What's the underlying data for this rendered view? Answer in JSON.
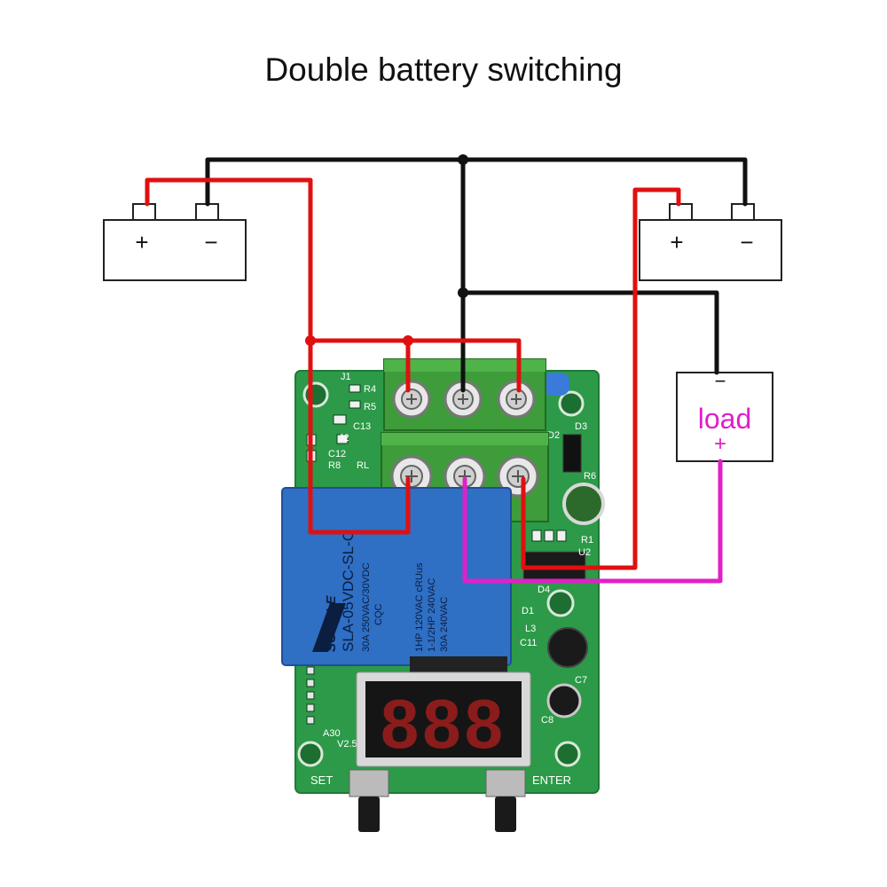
{
  "title": "Double battery switching",
  "battery_left": {
    "plus": "+",
    "minus": "−"
  },
  "battery_right": {
    "plus": "+",
    "minus": "−"
  },
  "load": {
    "label": "load",
    "minus": "−",
    "plus": "+"
  },
  "board": {
    "relay_brand": "SONGLE",
    "relay_model": "SLA-05VDC-SL-C",
    "relay_rating_1": "30A 250VAC/30VDC",
    "relay_rating_2": "1HP 120VAC cRUus",
    "relay_rating_3": "1-1/2HP 240VAC",
    "relay_rating_4": "30A 240VAC",
    "relay_cqc": "CQC",
    "display": "888",
    "button_set": "SET",
    "button_enter": "ENTER",
    "version": "V2.5",
    "silk_j1": "J1",
    "silk_r4": "R4",
    "silk_r5": "R5",
    "silk_c13": "C13",
    "silk_j2": "J2",
    "silk_c12": "C12",
    "silk_r8": "R8",
    "silk_rl": "RL",
    "silk_d2": "D2",
    "silk_d3": "D3",
    "silk_r6": "R6",
    "silk_u2": "U2",
    "silk_r1": "R1",
    "silk_d4": "D4",
    "silk_d1": "D1",
    "silk_l3": "L3",
    "silk_c11": "C11",
    "silk_c7": "C7",
    "silk_c8": "C8",
    "silk_a30": "A30"
  },
  "colors": {
    "wire_red": "#e01010",
    "wire_black": "#111111",
    "wire_magenta": "#e020c8",
    "pcb": "#2c9a48",
    "relay": "#2f6fc4",
    "terminal": "#3e9c3a",
    "load_text": "#e020c8"
  }
}
